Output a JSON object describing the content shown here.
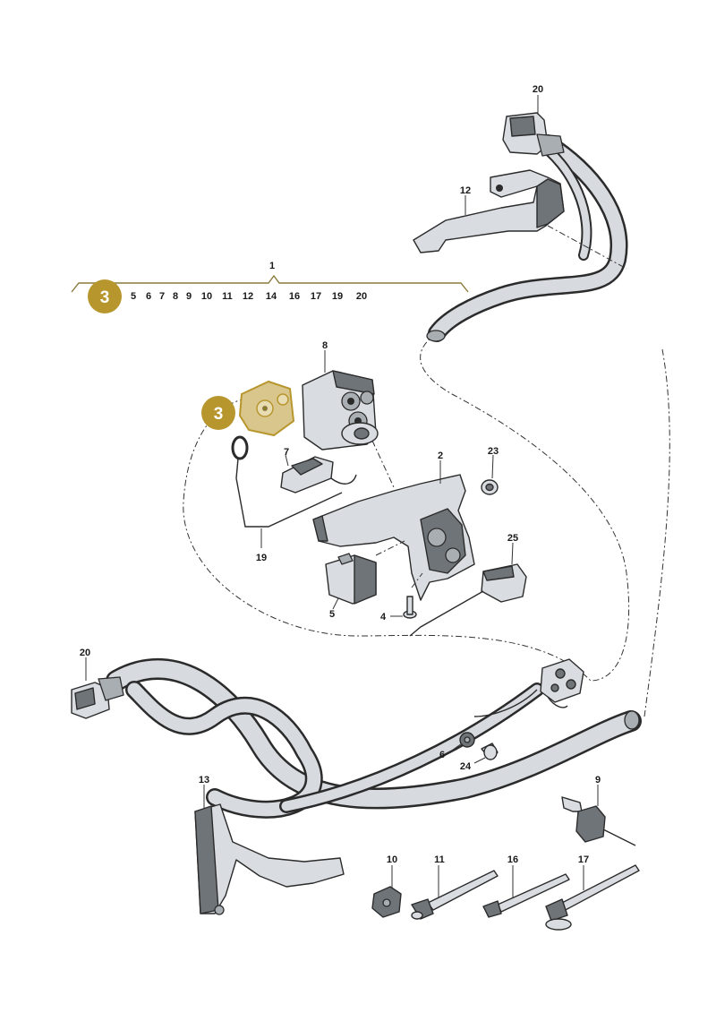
{
  "diagram": {
    "callout_group": {
      "label": "1",
      "members": [
        "5",
        "6",
        "7",
        "8",
        "9",
        "10",
        "11",
        "12",
        "14",
        "16",
        "17",
        "19",
        "20"
      ]
    },
    "highlight_badge": {
      "label": "3",
      "color": "#b8962e"
    },
    "part_labels": {
      "p2": "2",
      "p4": "4",
      "p5": "5",
      "p6": "6",
      "p7": "7",
      "p8": "8",
      "p9": "9",
      "p10": "10",
      "p11": "11",
      "p12": "12",
      "p13": "13",
      "p16": "16",
      "p17": "17",
      "p19": "19",
      "p20_top": "20",
      "p20_left": "20",
      "p23": "23",
      "p24": "24",
      "p25": "25"
    },
    "colors": {
      "bracket_line": "#8a7a3a",
      "highlight_fill": "#d9c68c",
      "part_fill": "#d9dde1"
    }
  }
}
